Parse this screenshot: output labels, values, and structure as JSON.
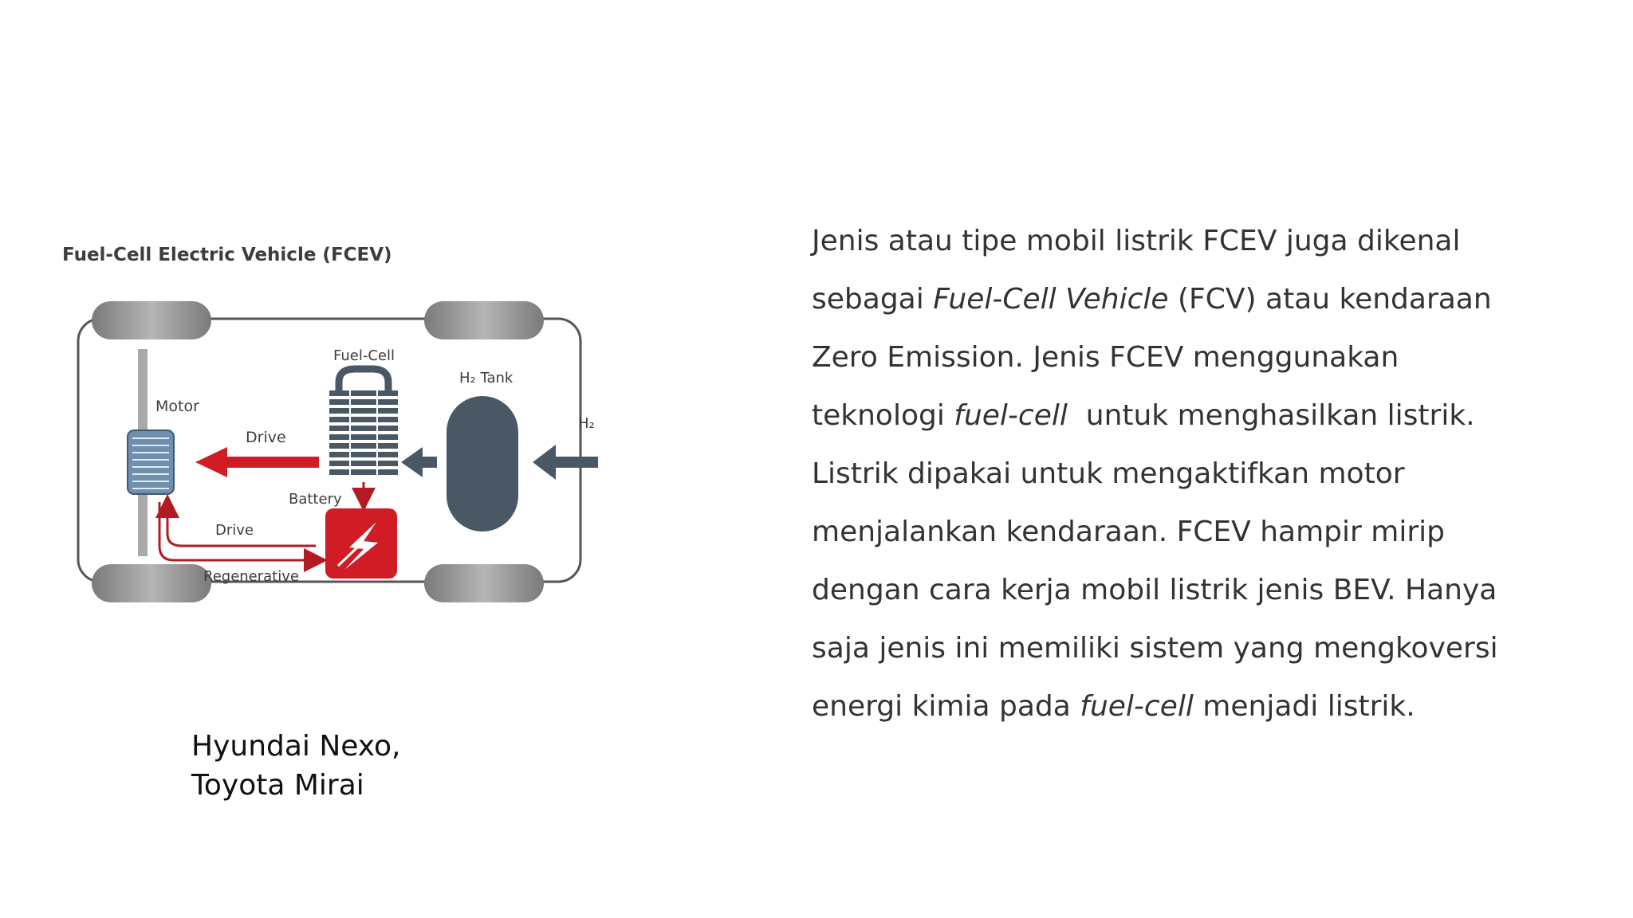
{
  "diagram": {
    "title": "Fuel-Cell Electric Vehicle (FCEV)",
    "labels": {
      "motor": "Motor",
      "fuel_cell": "Fuel-Cell",
      "h2_tank": "H₂ Tank",
      "h2_input": "H₂",
      "drive_top": "Drive",
      "battery": "Battery",
      "drive_bottom": "Drive",
      "regenerative": "Regenerative"
    },
    "colors": {
      "red": "#d01c25",
      "dark_slate": "#4a5866",
      "motor_blue": "#6e8faf",
      "wheel_gray": "#8f8f8f"
    }
  },
  "caption": {
    "line1": "Hyundai Nexo,",
    "line2": "Toyota Mirai"
  },
  "description": {
    "line1": "Jenis atau tipe mobil listrik FCEV juga dikenal",
    "line2_prefix": "sebagai ",
    "line2_em": "Fuel-Cell Vehicle",
    "line2_suffix": " (FCV) atau kendaraan",
    "line3": "Zero Emission. Jenis FCEV menggunakan",
    "line4_prefix": "teknologi ",
    "line4_em": "fuel-cell",
    "line4_suffix": "  untuk menghasilkan listrik.",
    "line5": "Listrik dipakai untuk mengaktifkan motor",
    "line6": "menjalankan kendaraan. FCEV hampir mirip",
    "line7": "dengan cara kerja mobil listrik jenis BEV. Hanya",
    "line8": "saja jenis ini memiliki sistem yang mengkoversi",
    "line9_prefix": "energi kimia pada ",
    "line9_em": "fuel-cell",
    "line9_suffix": " menjadi listrik."
  }
}
